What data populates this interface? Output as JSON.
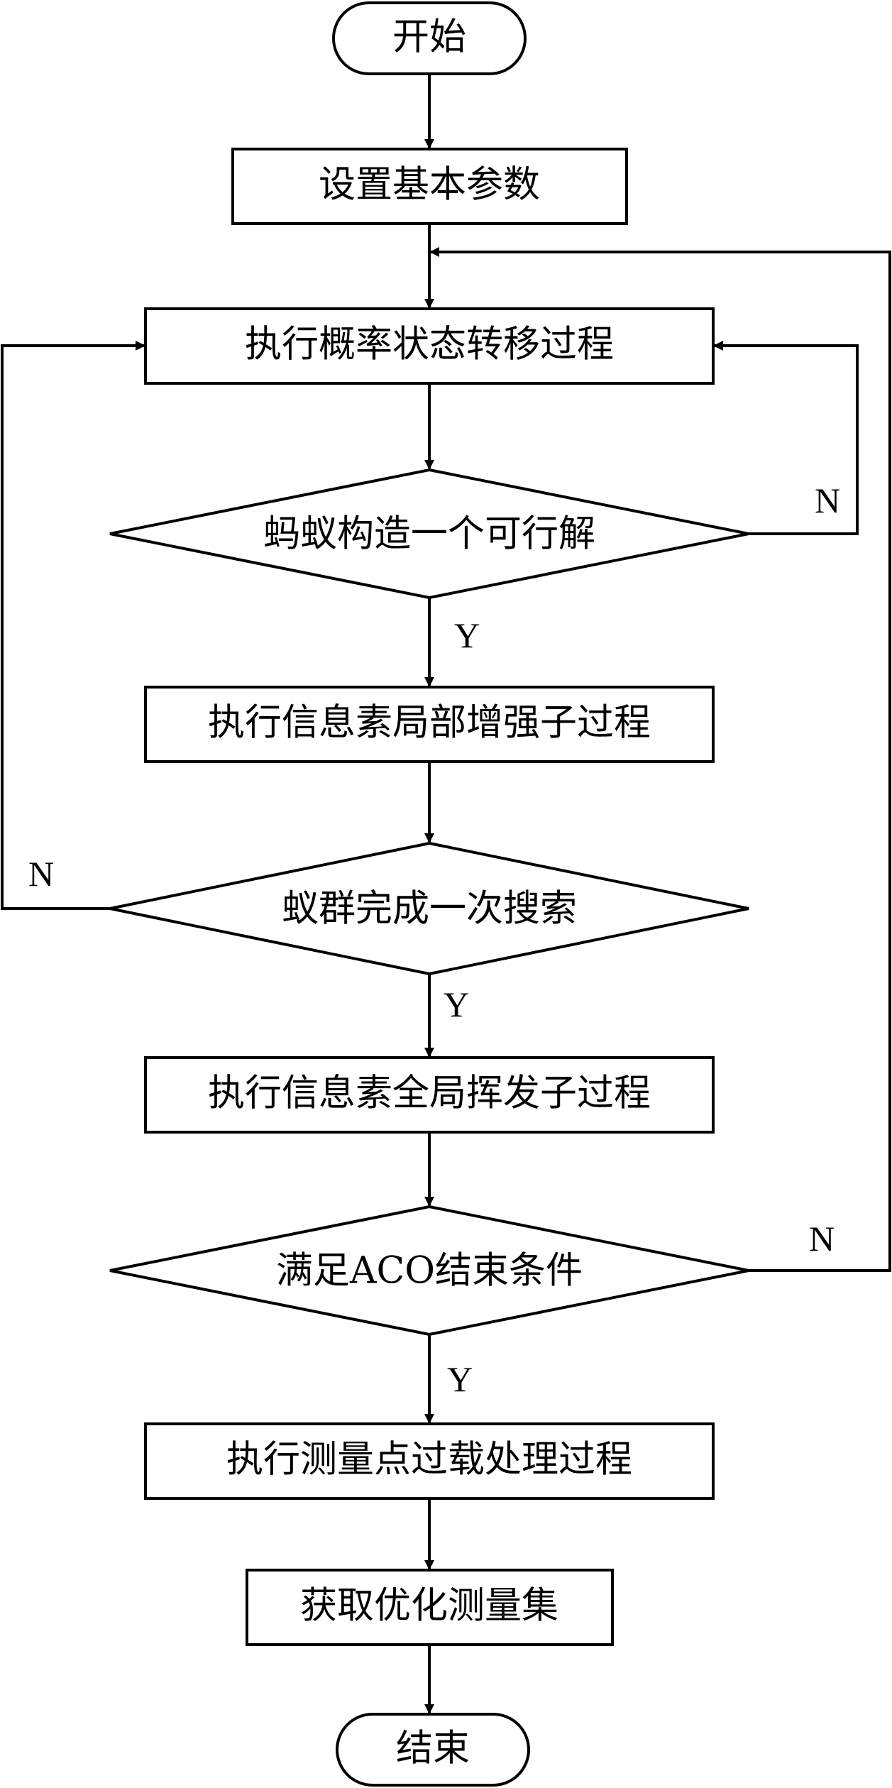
{
  "diagram": {
    "nodes": {
      "start": {
        "label": "开始",
        "shape": "terminal"
      },
      "set_params": {
        "label": "设置基本参数",
        "shape": "process"
      },
      "state_transfer": {
        "label": "执行概率状态转移过程",
        "shape": "process"
      },
      "construct_solution": {
        "label": "蚂蚁构造一个可行解",
        "shape": "decision"
      },
      "local_enhance": {
        "label": "执行信息素局部增强子过程",
        "shape": "process"
      },
      "colony_search": {
        "label": "蚁群完成一次搜索",
        "shape": "decision"
      },
      "global_evaporate": {
        "label": "执行信息素全局挥发子过程",
        "shape": "process"
      },
      "end_condition": {
        "label": "满足ACO结束条件",
        "shape": "decision"
      },
      "overload_process": {
        "label": "执行测量点过载处理过程",
        "shape": "process"
      },
      "get_measure_set": {
        "label": "获取优化测量集",
        "shape": "process"
      },
      "end": {
        "label": "结束",
        "shape": "terminal"
      }
    },
    "edges": {
      "construct_yes": {
        "from": "construct_solution",
        "to": "local_enhance",
        "label": "Y"
      },
      "construct_no": {
        "from": "construct_solution",
        "to": "state_transfer",
        "label": "N"
      },
      "colony_yes": {
        "from": "colony_search",
        "to": "global_evaporate",
        "label": "Y"
      },
      "colony_no": {
        "from": "colony_search",
        "to": "state_transfer",
        "label": "N"
      },
      "end_yes": {
        "from": "end_condition",
        "to": "overload_process",
        "label": "Y"
      },
      "end_no": {
        "from": "end_condition",
        "to": "state_transfer",
        "label": "N"
      }
    }
  }
}
